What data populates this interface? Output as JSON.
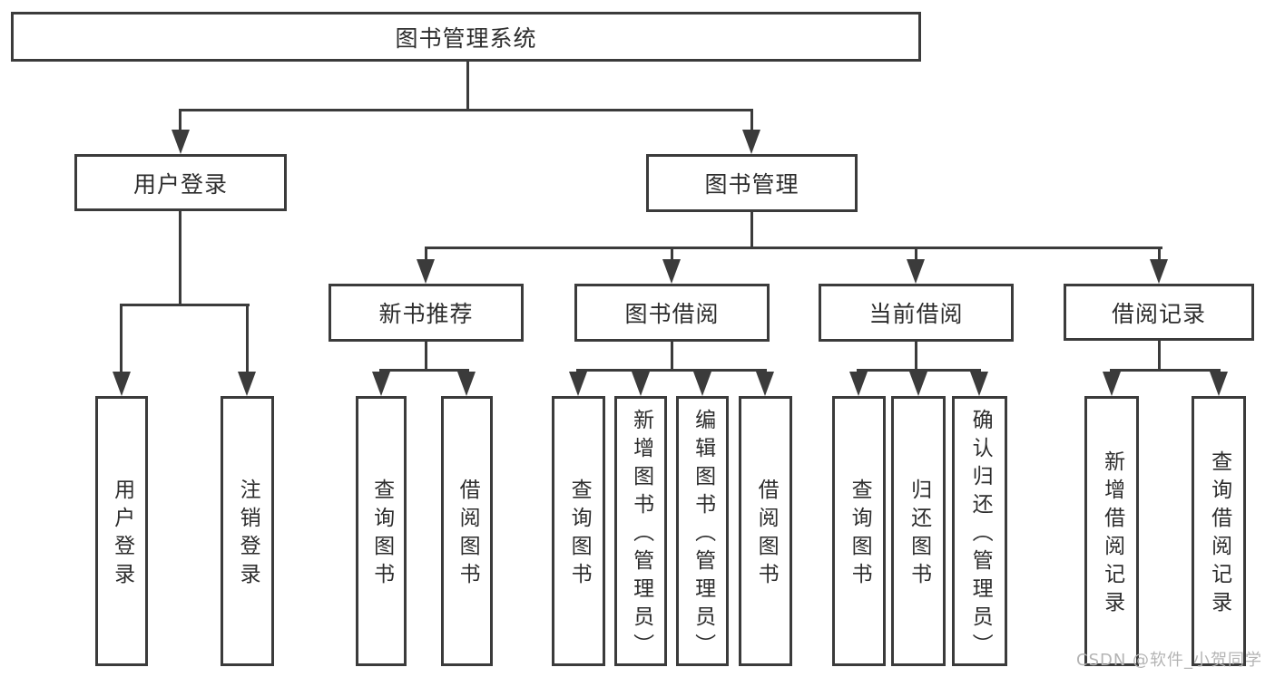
{
  "tree": {
    "root": {
      "label": "图书管理系统"
    },
    "level2": [
      {
        "label": "用户登录",
        "children": [
          {
            "label": "用户登录"
          },
          {
            "label": "注销登录"
          }
        ]
      },
      {
        "label": "图书管理",
        "children": [
          {
            "label": "新书推荐",
            "children": [
              {
                "label": "查询图书"
              },
              {
                "label": "借阅图书"
              }
            ]
          },
          {
            "label": "图书借阅",
            "children": [
              {
                "label": "查询图书"
              },
              {
                "label": "新增图书（管理员）"
              },
              {
                "label": "编辑图书（管理员）"
              },
              {
                "label": "借阅图书"
              }
            ]
          },
          {
            "label": "当前借阅",
            "children": [
              {
                "label": "查询图书"
              },
              {
                "label": "归还图书"
              },
              {
                "label": "确认归还（管理员）"
              }
            ]
          },
          {
            "label": "借阅记录",
            "children": [
              {
                "label": "新增借阅记录"
              },
              {
                "label": "查询借阅记录"
              }
            ]
          }
        ]
      }
    ]
  },
  "watermark": {
    "text": "CSDN @软件_小贺同学"
  },
  "colors": {
    "line": "#3b3b3b",
    "text": "#2d2d2d",
    "background": "#ffffff",
    "watermark": "#b4b4b4"
  }
}
